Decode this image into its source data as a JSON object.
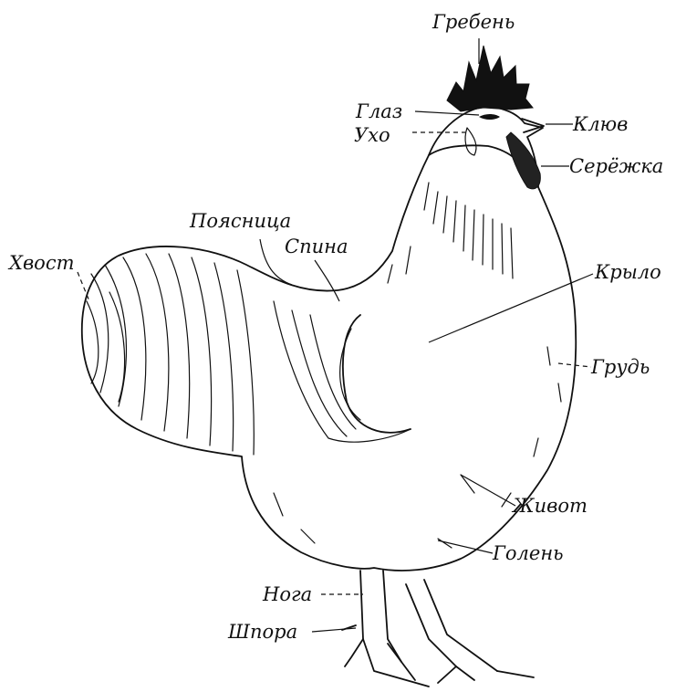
{
  "labels": {
    "comb": "Гребень",
    "eye": "Глаз",
    "ear": "Ухо",
    "beak": "Клюв",
    "wattle": "Серёжка",
    "loin": "Поясница",
    "back": "Спина",
    "tail": "Хвост",
    "wing": "Крыло",
    "breast": "Грудь",
    "belly": "Живот",
    "shank": "Голень",
    "leg": "Нога",
    "spur": "Шпора"
  }
}
